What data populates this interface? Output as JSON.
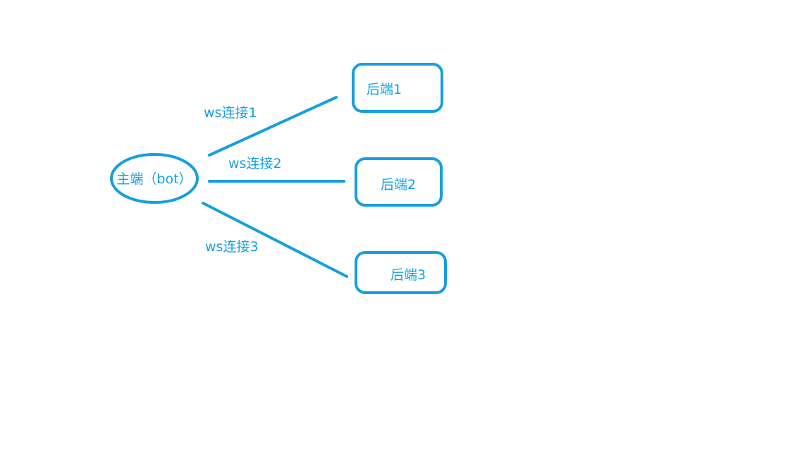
{
  "diagram": {
    "colors": {
      "stroke": "#159fde",
      "text": "#159fde",
      "background": "#ffffff"
    },
    "main_node": {
      "label": "主端（bot）",
      "shape": "ellipse"
    },
    "backends": [
      {
        "label": "后端1",
        "shape": "rounded-rectangle"
      },
      {
        "label": "后端2",
        "shape": "rounded-rectangle"
      },
      {
        "label": "后端3",
        "shape": "rounded-rectangle"
      }
    ],
    "connections": [
      {
        "label": "ws连接1",
        "from": "主端（bot）",
        "to": "后端1"
      },
      {
        "label": "ws连接2",
        "from": "主端（bot）",
        "to": "后端2"
      },
      {
        "label": "ws连接3",
        "from": "主端（bot）",
        "to": "后端3"
      }
    ]
  }
}
